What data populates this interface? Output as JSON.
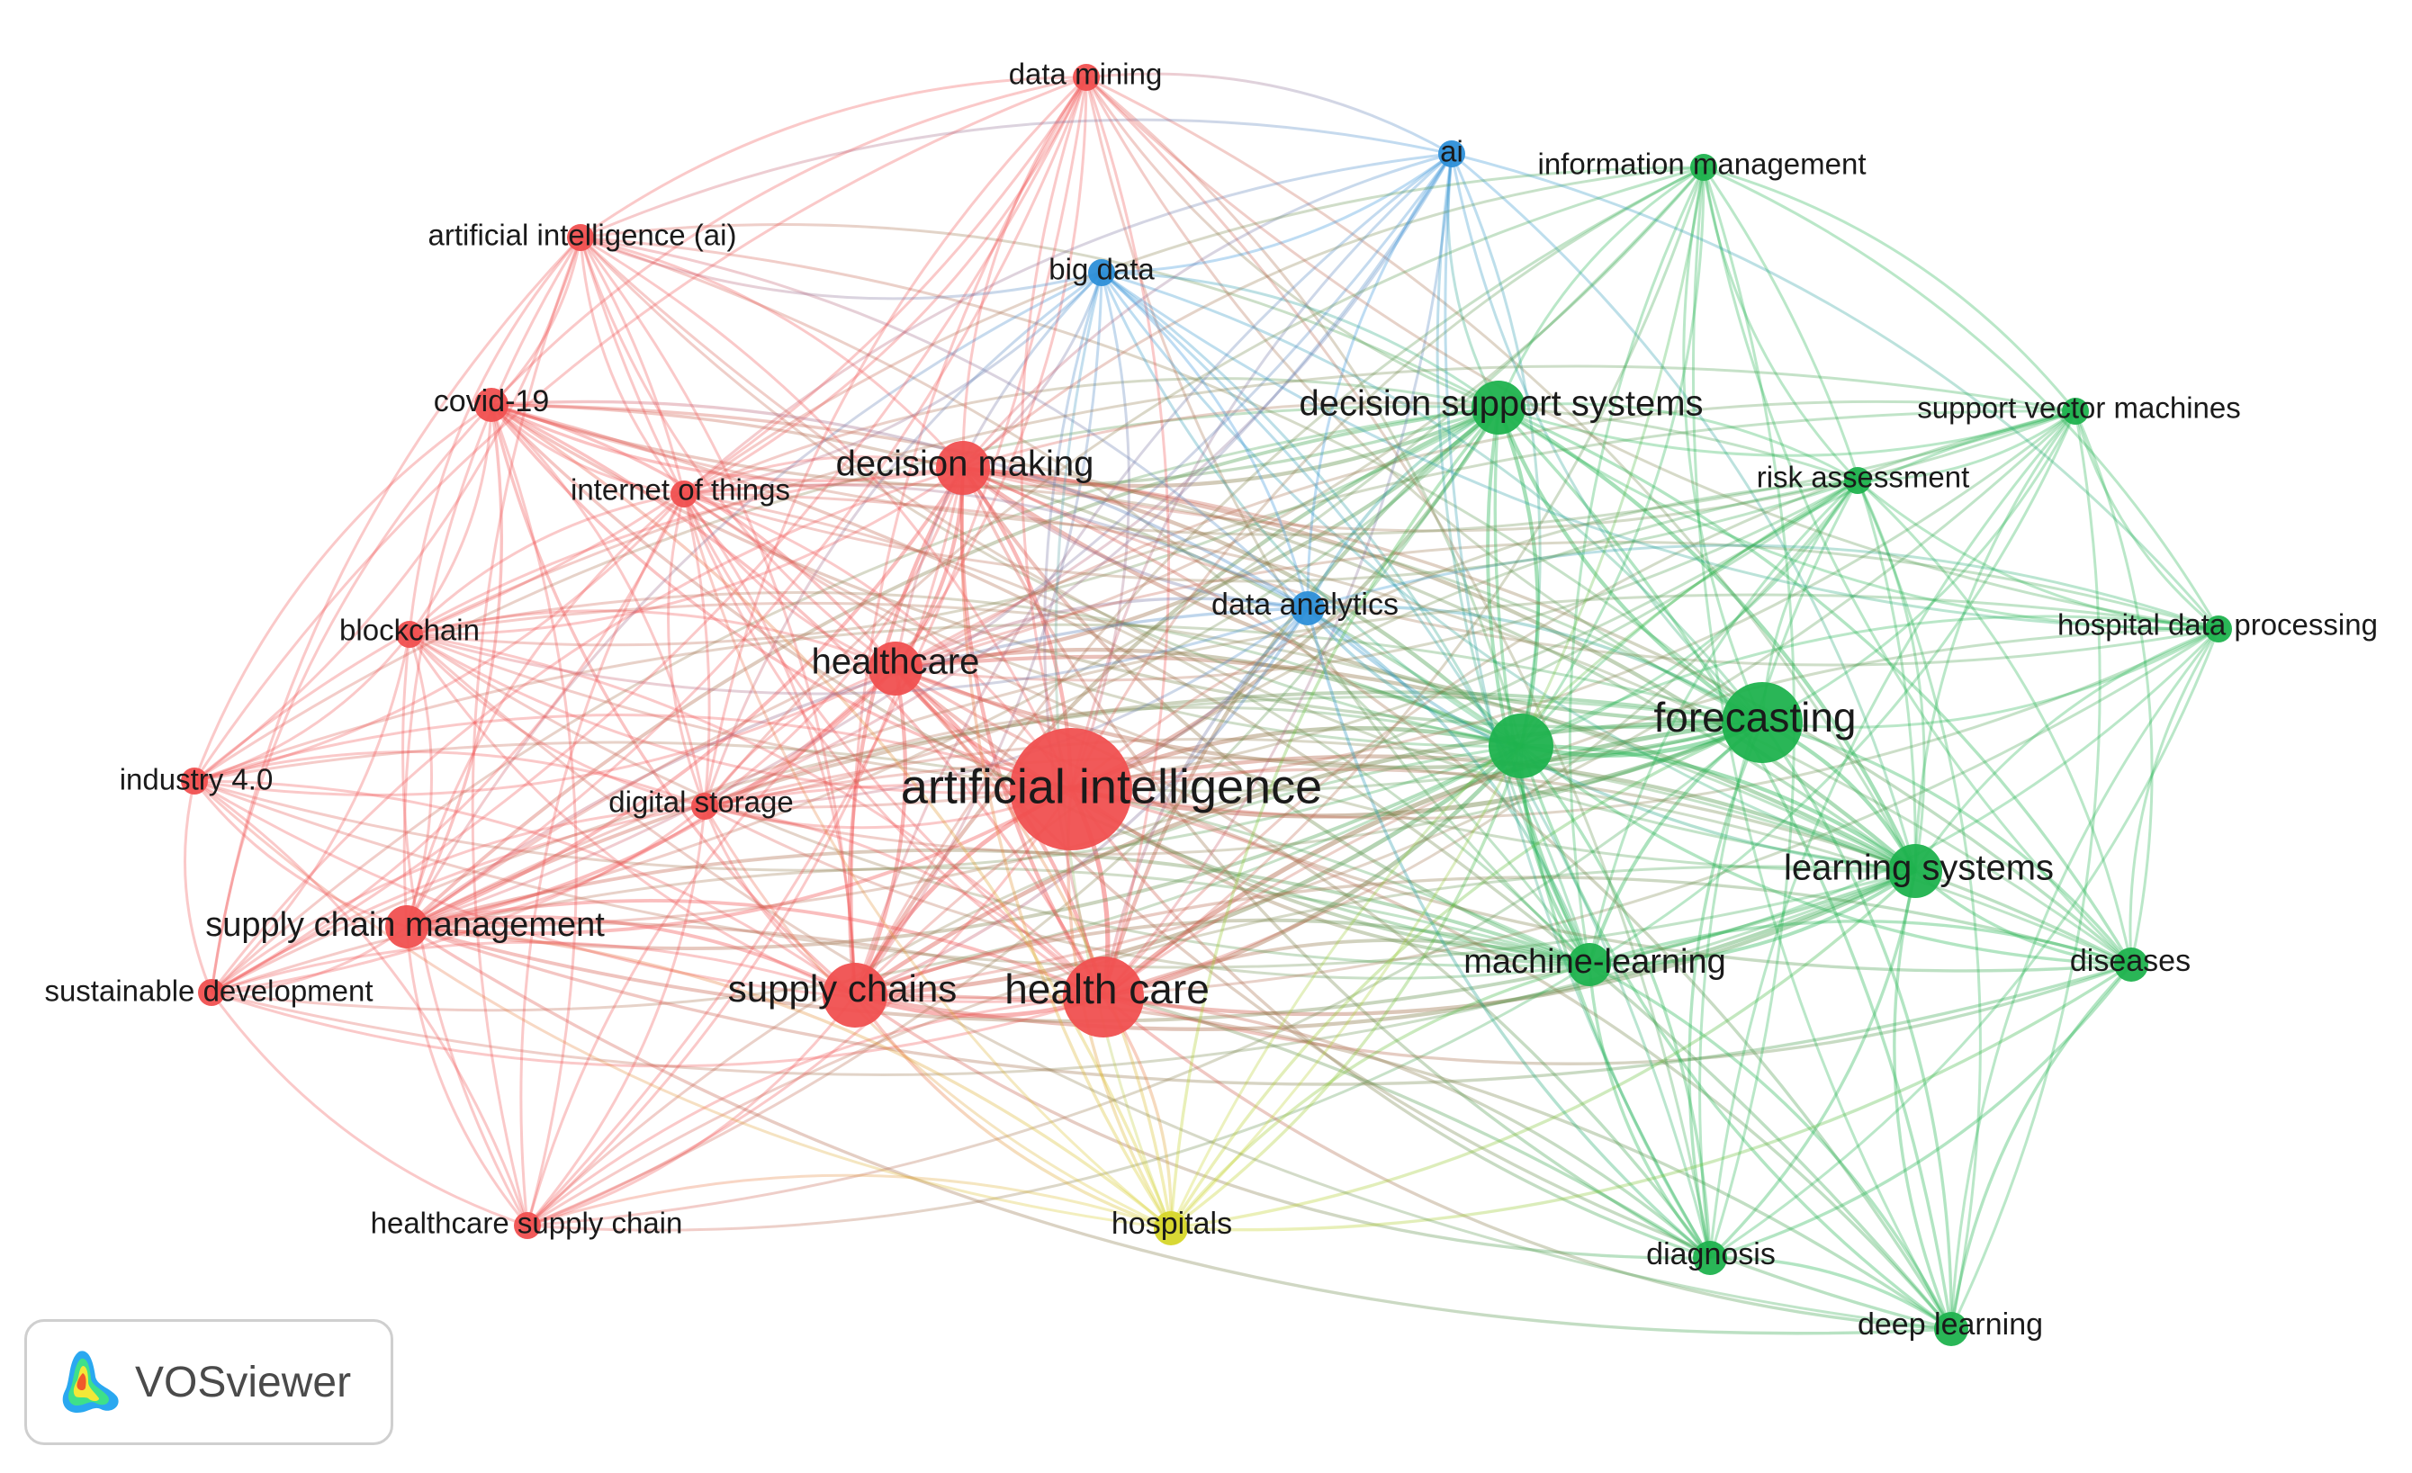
{
  "colors": {
    "cluster_red": "#f05050",
    "cluster_green": "#1fb24e",
    "cluster_blue": "#2d8fd8",
    "cluster_yellow": "#d6d62a"
  },
  "nodes": [
    {
      "id": "artificial_intelligence",
      "label": "artificial intelligence",
      "cluster": "red",
      "weight": 10
    },
    {
      "id": "health_care",
      "label": "health care",
      "cluster": "red",
      "weight": 8
    },
    {
      "id": "supply_chains",
      "label": "supply chains",
      "cluster": "red",
      "weight": 7
    },
    {
      "id": "healthcare",
      "label": "healthcare",
      "cluster": "red",
      "weight": 6
    },
    {
      "id": "decision_making",
      "label": "decision making",
      "cluster": "red",
      "weight": 6
    },
    {
      "id": "supply_chain_management",
      "label": "supply chain management",
      "cluster": "red",
      "weight": 5
    },
    {
      "id": "covid19",
      "label": "covid-19",
      "cluster": "red",
      "weight": 4
    },
    {
      "id": "internet_of_things",
      "label": "internet of things",
      "cluster": "red",
      "weight": 3
    },
    {
      "id": "blockchain",
      "label": "blockchain",
      "cluster": "red",
      "weight": 3
    },
    {
      "id": "industry40",
      "label": "industry 4.0",
      "cluster": "red",
      "weight": 3
    },
    {
      "id": "digital_storage",
      "label": "digital storage",
      "cluster": "red",
      "weight": 3
    },
    {
      "id": "sustainable_development",
      "label": "sustainable development",
      "cluster": "red",
      "weight": 3
    },
    {
      "id": "healthcare_supply_chain",
      "label": "healthcare supply chain",
      "cluster": "red",
      "weight": 3
    },
    {
      "id": "artificial_intelligence_ai",
      "label": "artificial intelligence (ai)",
      "cluster": "red",
      "weight": 3
    },
    {
      "id": "data_mining",
      "label": "data mining",
      "cluster": "red",
      "weight": 3
    },
    {
      "id": "big_data",
      "label": "big data",
      "cluster": "blue",
      "weight": 3
    },
    {
      "id": "ai",
      "label": "ai",
      "cluster": "blue",
      "weight": 3
    },
    {
      "id": "data_analytics",
      "label": "data analytics",
      "cluster": "blue",
      "weight": 4
    },
    {
      "id": "information_management",
      "label": "information management",
      "cluster": "green",
      "weight": 3
    },
    {
      "id": "decision_support_systems",
      "label": "decision support systems",
      "cluster": "green",
      "weight": 6
    },
    {
      "id": "support_vector_machines",
      "label": "support vector machines",
      "cluster": "green",
      "weight": 3
    },
    {
      "id": "risk_assessment",
      "label": "risk assessment",
      "cluster": "green",
      "weight": 3
    },
    {
      "id": "hospital_data_processing",
      "label": "hospital data processing",
      "cluster": "green",
      "weight": 3
    },
    {
      "id": "unlabeled_green",
      "label": "",
      "cluster": "green",
      "weight": 7
    },
    {
      "id": "forecasting",
      "label": "forecasting",
      "cluster": "green",
      "weight": 8
    },
    {
      "id": "learning_systems",
      "label": "learning systems",
      "cluster": "green",
      "weight": 6
    },
    {
      "id": "machine_learning",
      "label": "machine-learning",
      "cluster": "green",
      "weight": 5
    },
    {
      "id": "diseases",
      "label": "diseases",
      "cluster": "green",
      "weight": 4
    },
    {
      "id": "diagnosis",
      "label": "diagnosis",
      "cluster": "green",
      "weight": 4
    },
    {
      "id": "deep_learning",
      "label": "deep learning",
      "cluster": "green",
      "weight": 4
    },
    {
      "id": "hospitals",
      "label": "hospitals",
      "cluster": "yellow",
      "weight": 4
    }
  ],
  "logo": {
    "text": "VOSviewer",
    "icon": "vosviewer-heatmap-icon"
  }
}
